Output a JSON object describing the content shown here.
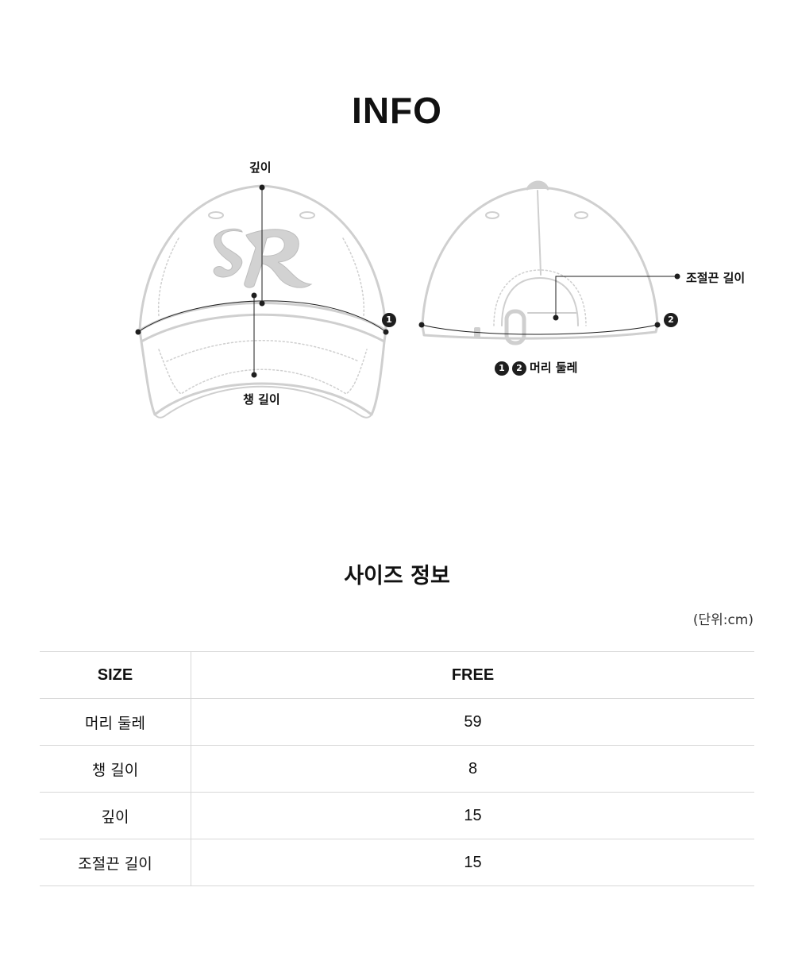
{
  "info_title": "INFO",
  "diagram": {
    "front": {
      "depth_label": "깊이",
      "brim_label": "챙 길이",
      "point_1": "1"
    },
    "back": {
      "strap_label": "조절끈 길이",
      "point_2": "2",
      "circumference_label": "머리 둘레",
      "markers": [
        "1",
        "2"
      ]
    }
  },
  "size_info": {
    "title": "사이즈 정보",
    "unit_note": "(단위:cm)",
    "headers": [
      "SIZE",
      "FREE"
    ],
    "rows": [
      {
        "label": "머리 둘레",
        "value": "59"
      },
      {
        "label": "챙 길이",
        "value": "8"
      },
      {
        "label": "깊이",
        "value": "15"
      },
      {
        "label": "조절끈 길이",
        "value": "15"
      }
    ]
  },
  "colors": {
    "outline": "#cfcfcf",
    "marker": "#1e1e1e",
    "rule": "#d8d8d8"
  }
}
